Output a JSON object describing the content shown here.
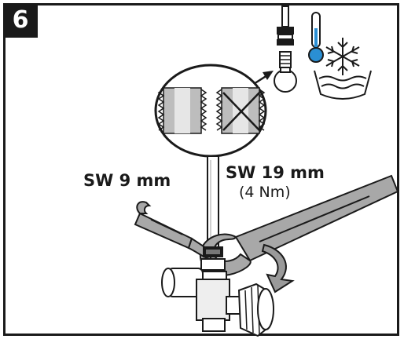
{
  "step": {
    "number": "6"
  },
  "labels": {
    "wrench_small": "SW 9 mm",
    "wrench_large": "SW 19 mm",
    "torque": "(4 Nm)"
  },
  "colors": {
    "outline": "#1a1a1a",
    "metal_gray": "#a8a8a8",
    "thermometer_blue": "#2a8fd4",
    "arrow_gray": "#9a9a9a"
  },
  "icons": [
    "thermometer-icon",
    "snowflake-icon",
    "ice-water-bowl-icon",
    "rotation-arrow-icon"
  ]
}
